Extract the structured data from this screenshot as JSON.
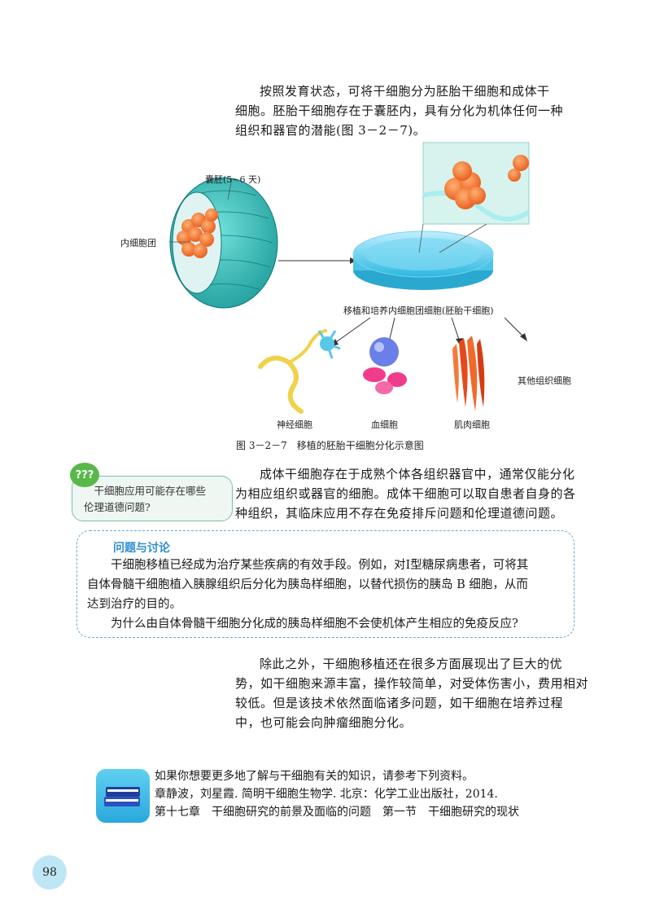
{
  "intro": {
    "line1": "按照发育状态，可将干细胞分为胚胎干细胞和成体干",
    "line2": "细胞。胚胎干细胞存在于囊胚内，具有分化为机体任何一种",
    "line3": "组织和器官的潜能(图 3－2－7)。"
  },
  "figure": {
    "blastocyst_label": "囊胚(5~6 天)",
    "inner_mass_label": "内细胞团",
    "culture_label": "移植和培养内细胞团细胞(胚胎干细胞)",
    "nerve_label": "神经细胞",
    "blood_label": "血细胞",
    "muscle_label": "肌肉细胞",
    "other_label": "其他组织细胞",
    "caption": "图 3－2－7　移植的胚胎干细胞分化示意图"
  },
  "side_note": {
    "icon_text": "???",
    "line1": "干细胞应用可能存在哪些",
    "line2": "伦理道德问题?"
  },
  "adult": {
    "line1": "成体干细胞存在于成熟个体各组织器官中，通常仅能分化",
    "line2": "为相应组织或器官的细胞。成体干细胞可以取自患者自身的各",
    "line3": "种组织，其临床应用不存在免疫排斥问题和伦理道德问题。"
  },
  "discussion": {
    "title": "问题与讨论",
    "line1": "干细胞移植已经成为治疗某些疾病的有效手段。例如，对Ⅰ型糖尿病患者，可将其",
    "line2": "自体骨髓干细胞植入胰腺组织后分化为胰岛样细胞，以替代损伤的胰岛 B 细胞，从而",
    "line3": "达到治疗的目的。",
    "line4": "为什么由自体骨髓干细胞分化成的胰岛样细胞不会使机体产生相应的免疫反应?"
  },
  "more": {
    "line1": "除此之外，干细胞移植还在很多方面展现出了巨大的优",
    "line2": "势，如干细胞来源丰富，操作较简单，对受体伤害小，费用相对",
    "line3": "较低。但是该技术依然面临诸多问题，如干细胞在培养过程",
    "line4": "中，也可能会向肿瘤细胞分化。"
  },
  "reference": {
    "line1": "如果你想要更多地了解与干细胞有关的知识，请参考下列资料。",
    "line2": "章静波，刘星霞. 简明干细胞生物学. 北京：化学工业出版社，2014.",
    "line3": "第十七章　干细胞研究的前景及面临的问题　第一节　干细胞研究的现状"
  },
  "page_number": "98"
}
